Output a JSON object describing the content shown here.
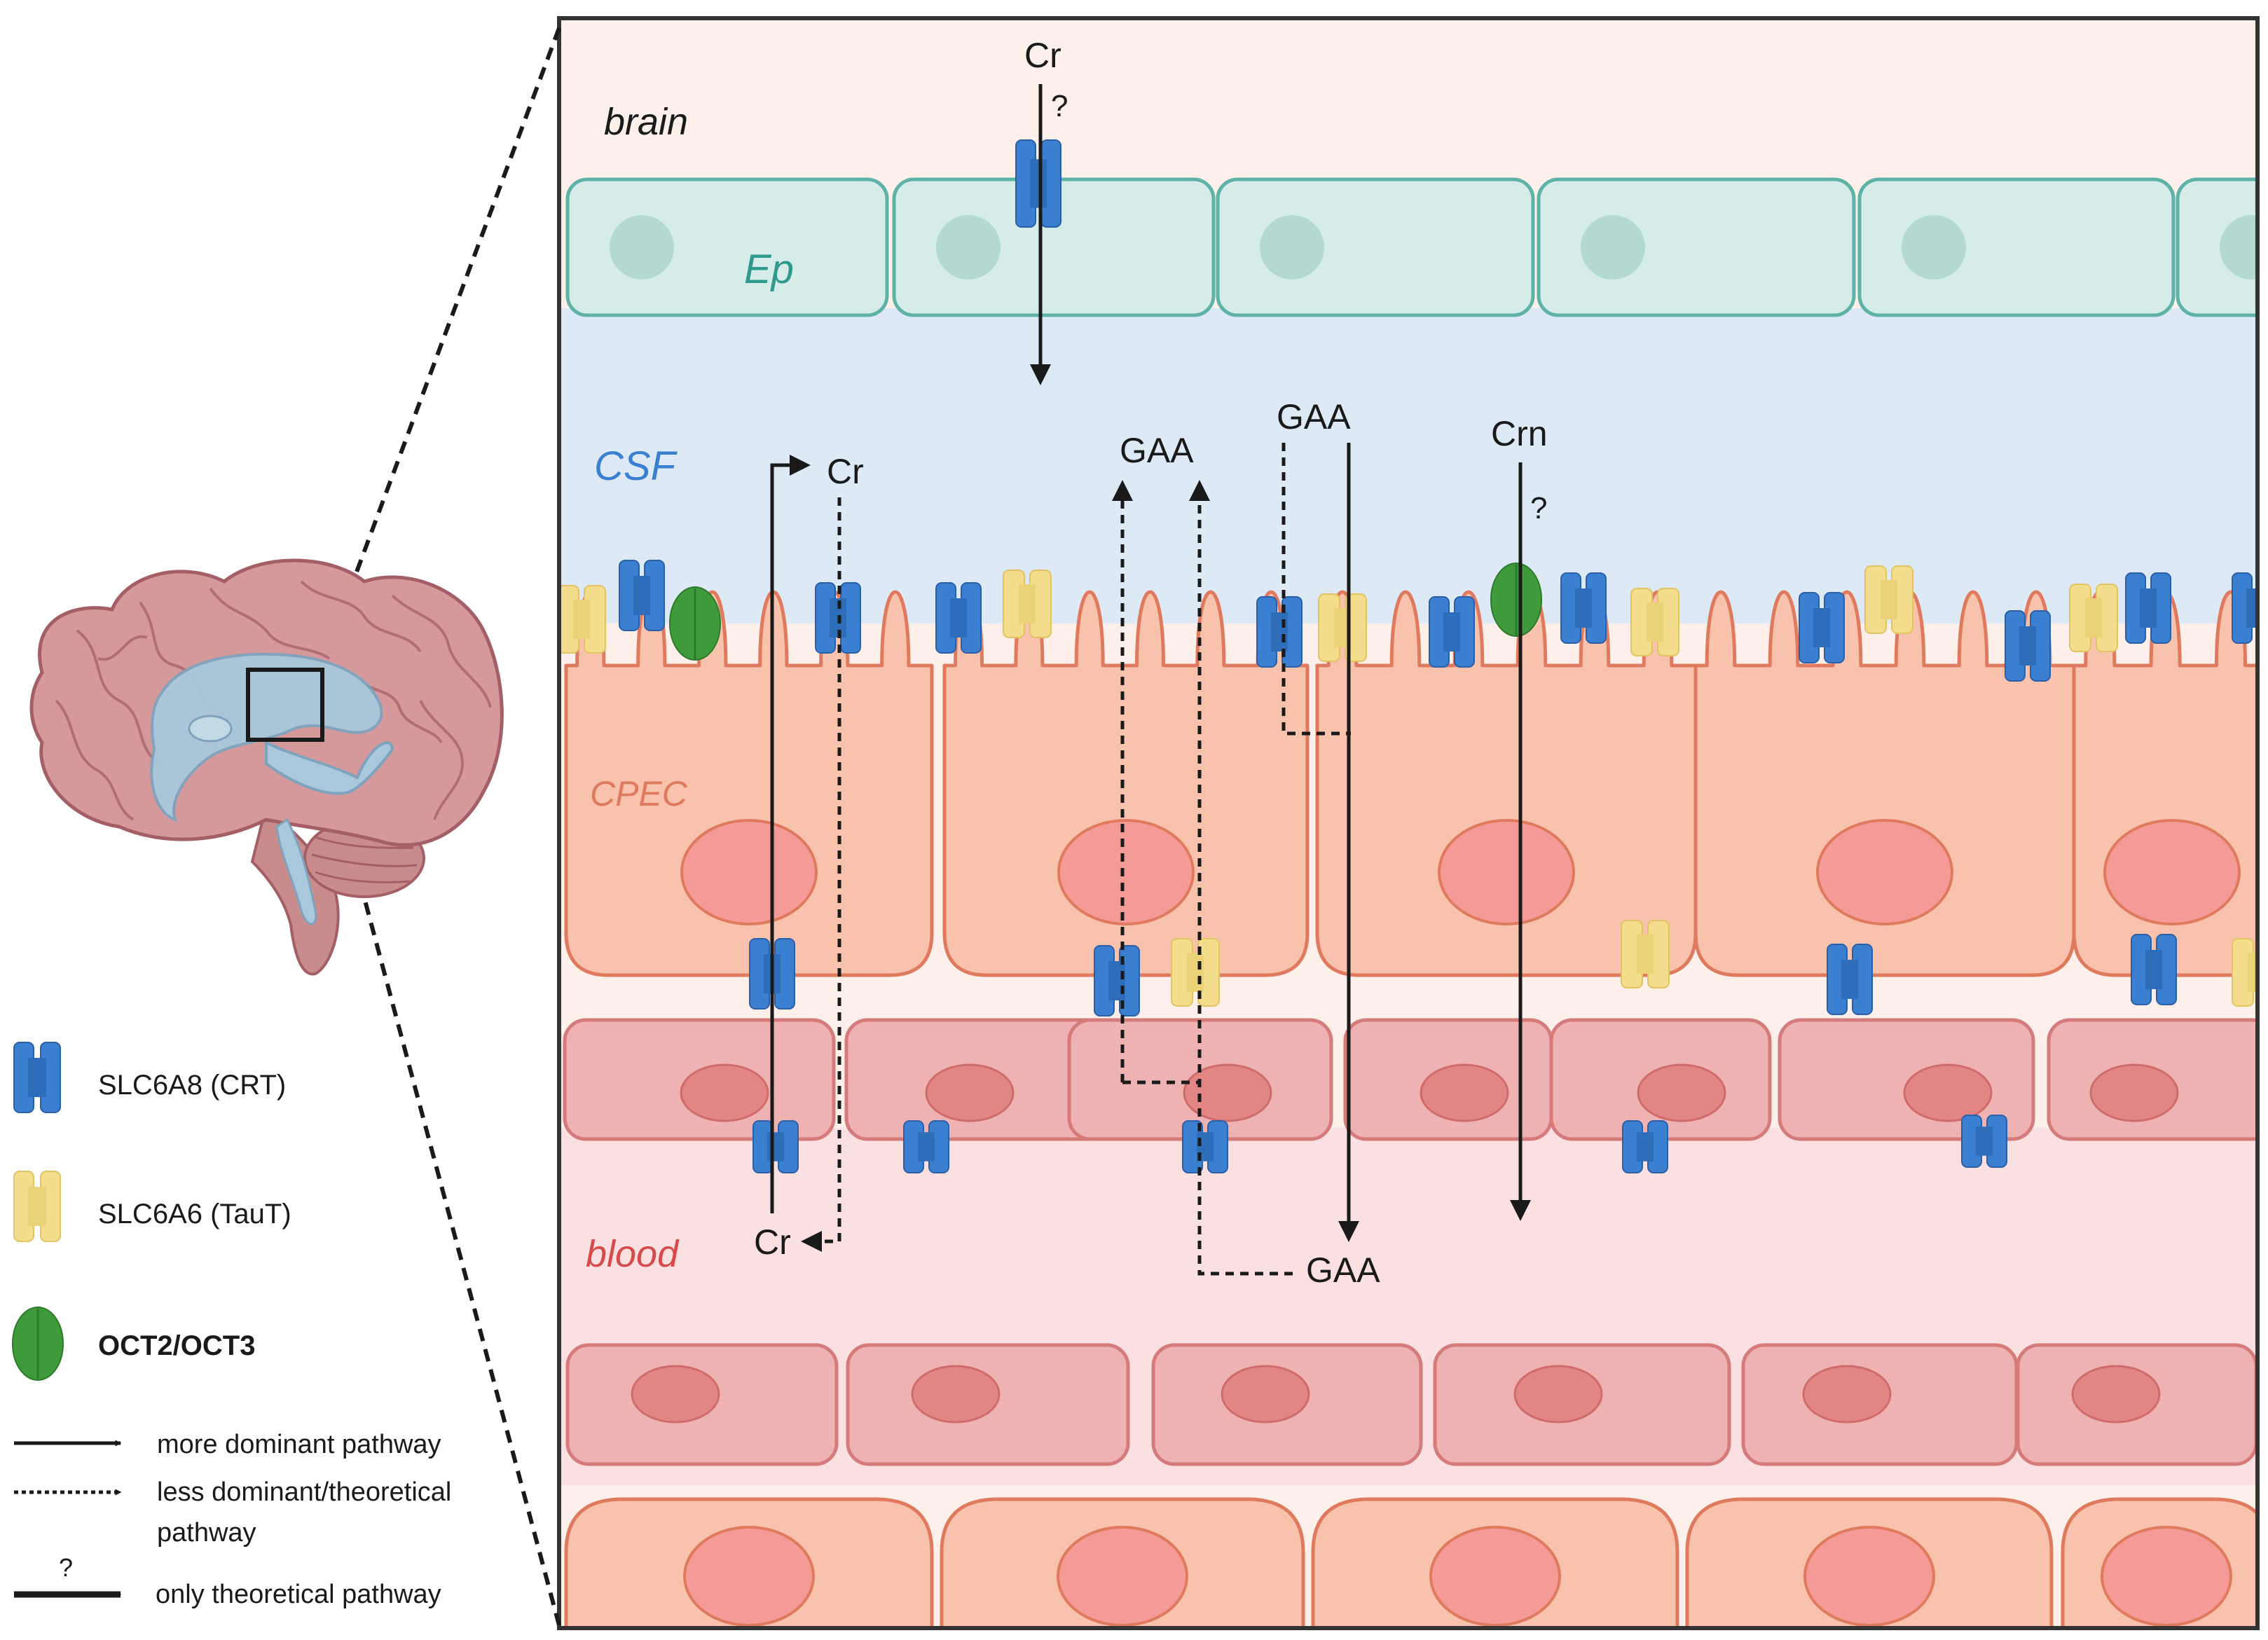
{
  "regions": {
    "brain": "brain",
    "ependyma": "Ep",
    "csf": "CSF",
    "cpec": "CPEC",
    "blood": "blood"
  },
  "pathways": {
    "cr_brain_in": "Cr",
    "cr_brain_q": "?",
    "cr_csf": "Cr",
    "cr_blood": "Cr",
    "gaa_csf_left": "GAA",
    "gaa_csf_right": "GAA",
    "gaa_blood": "GAA",
    "crn_csf": "Crn",
    "crn_q": "?"
  },
  "legend": {
    "crt_label": "SLC6A8  (CRT)",
    "taut_label": "SLC6A6  (TauT)",
    "oct_label": "OCT2/OCT3",
    "solid_label": "more dominant pathway",
    "dashed_label_1": "less dominant/theoretical",
    "dashed_label_2": "pathway",
    "theoretical_q": "?",
    "theoretical_label": "only theoretical pathway"
  },
  "colors": {
    "crt": "#3b7fd1",
    "taut": "#f3dd8c",
    "oct": "#3e9a3a",
    "ependyma_fill": "#d6ece8",
    "ependyma_stroke": "#5fb3a6",
    "cpec_fill": "#f9c2ad",
    "cpec_stroke": "#e07a5f",
    "endo_fill": "#efb2b2",
    "endo_stroke": "#d67b7b",
    "csf_bg": "#ddeaf6",
    "brain_bg": "#fdefe9",
    "blood_bg": "#fbe0e2"
  },
  "icons": [
    "brain-illustration",
    "crt-transporter-icon",
    "taut-transporter-icon",
    "oct-transporter-icon"
  ]
}
